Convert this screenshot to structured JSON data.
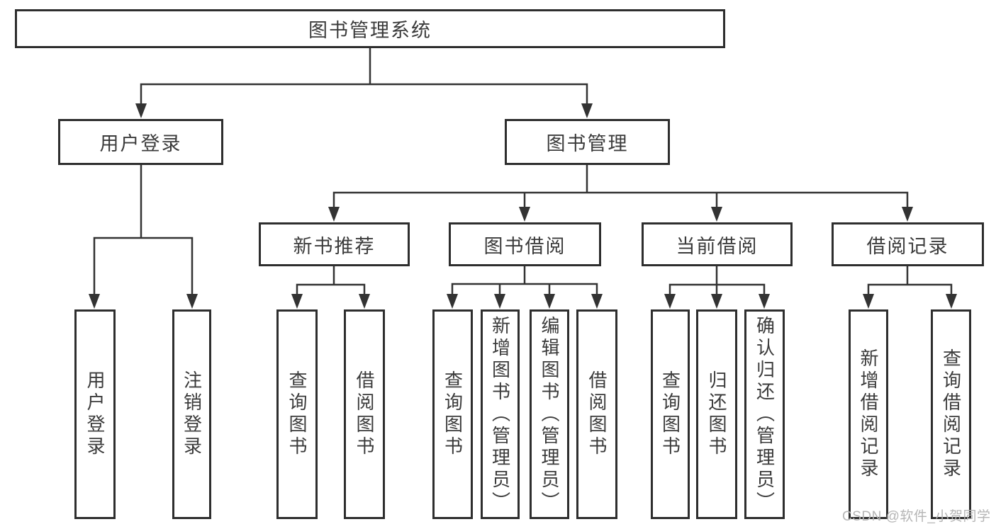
{
  "nodes": {
    "root": "图书管理系统",
    "user_login": "用户登录",
    "book_mgmt": "图书管理",
    "new_book_rec": "新书推荐",
    "book_borrow": "图书借阅",
    "current_borrow": "当前借阅",
    "borrow_record": "借阅记录",
    "ul_login": "用户登录",
    "ul_logout": "注销登录",
    "nb_query": "查询图书",
    "nb_borrow": "借阅图书",
    "bb_query": "查询图书",
    "bb_add": "新增图书（管理员）",
    "bb_edit": "编辑图书（管理员）",
    "bb_borrow": "借阅图书",
    "cb_query": "查询图书",
    "cb_return": "归还图书",
    "cb_confirm": "确认归还（管理员）",
    "br_add": "新增借阅记录",
    "br_query": "查询借阅记录"
  },
  "tree": {
    "label": "图书管理系统",
    "children": [
      {
        "label": "用户登录",
        "children": [
          {
            "label": "用户登录"
          },
          {
            "label": "注销登录"
          }
        ]
      },
      {
        "label": "图书管理",
        "children": [
          {
            "label": "新书推荐",
            "children": [
              {
                "label": "查询图书"
              },
              {
                "label": "借阅图书"
              }
            ]
          },
          {
            "label": "图书借阅",
            "children": [
              {
                "label": "查询图书"
              },
              {
                "label": "新增图书（管理员）"
              },
              {
                "label": "编辑图书（管理员）"
              },
              {
                "label": "借阅图书"
              }
            ]
          },
          {
            "label": "当前借阅",
            "children": [
              {
                "label": "查询图书"
              },
              {
                "label": "归还图书"
              },
              {
                "label": "确认归还（管理员）"
              }
            ]
          },
          {
            "label": "借阅记录",
            "children": [
              {
                "label": "新增借阅记录"
              },
              {
                "label": "查询借阅记录"
              }
            ]
          }
        ]
      }
    ]
  },
  "watermark": "CSDN @软件_小贺同学",
  "colors": {
    "line": "#333333",
    "border": "#2e2e2e",
    "text": "#3b3b3b",
    "watermark": "#b5b5b5",
    "background": "#ffffff"
  }
}
